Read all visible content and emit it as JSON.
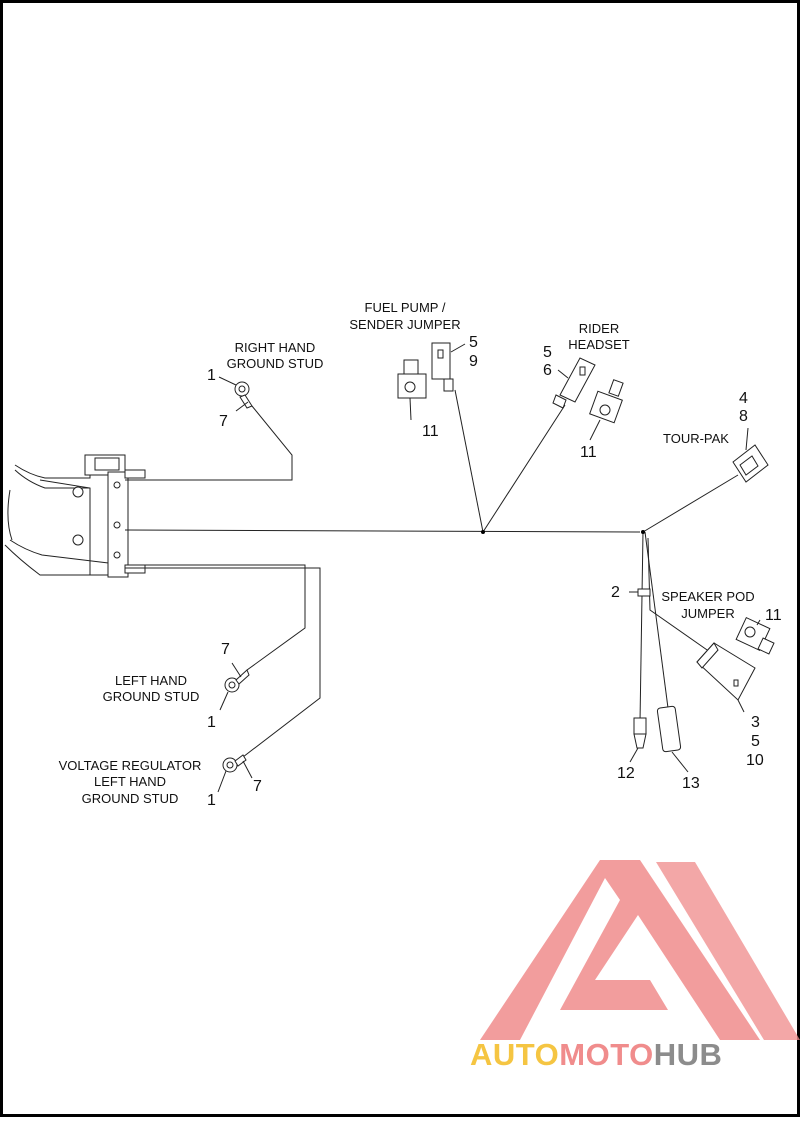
{
  "callouts": {
    "right_hand_ground_stud": {
      "label_lines": [
        "RIGHT HAND",
        "GROUND STUD"
      ],
      "nums": [
        "1",
        "7"
      ]
    },
    "fuel_pump_jumper": {
      "label_lines": [
        "FUEL PUMP /",
        "SENDER JUMPER"
      ],
      "nums": [
        "5",
        "9",
        "11"
      ]
    },
    "rider_headset": {
      "label_lines": [
        "RIDER",
        "HEADSET"
      ],
      "nums": [
        "5",
        "6",
        "11"
      ]
    },
    "tour_pak": {
      "label": "TOUR-PAK",
      "nums": [
        "4",
        "8"
      ]
    },
    "speaker_pod_jumper": {
      "label_lines": [
        "SPEAKER POD",
        "JUMPER"
      ],
      "nums": [
        "2",
        "11",
        "3",
        "5",
        "10"
      ]
    },
    "left_hand_ground_stud": {
      "label_lines": [
        "LEFT HAND",
        "GROUND STUD"
      ],
      "nums": [
        "7",
        "1"
      ]
    },
    "voltage_regulator_ground": {
      "label_lines": [
        "VOLTAGE REGULATOR",
        "LEFT HAND",
        "GROUND STUD"
      ],
      "nums": [
        "1",
        "7"
      ]
    },
    "lower_items": {
      "nums": [
        "12",
        "13"
      ]
    }
  },
  "watermark": {
    "part1": "AUTO",
    "part2": "MOTO",
    "part3": "HUB",
    "colors": {
      "auto": "#f5c542",
      "moto": "#f08c8c",
      "hub": "#8c8c8c",
      "triangle": "#f08c8c"
    }
  }
}
